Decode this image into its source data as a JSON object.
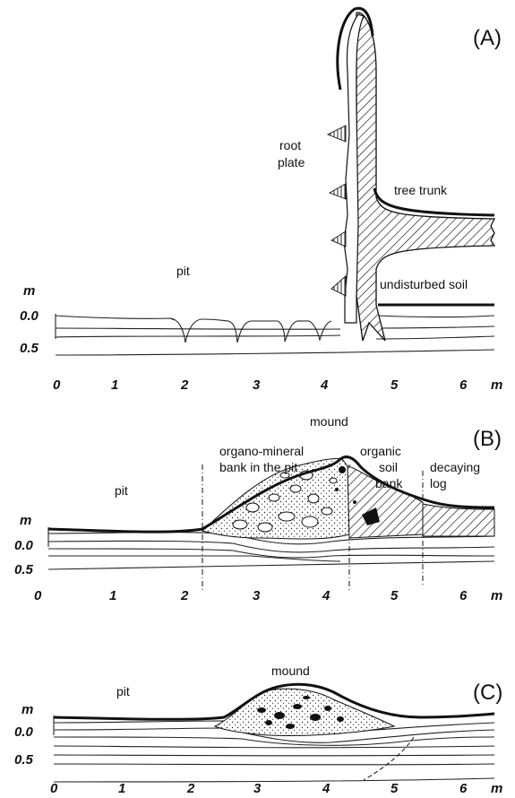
{
  "panels": [
    {
      "letter": "(A)",
      "labels": {
        "pit": "pit",
        "root_plate": "root",
        "root_plate_2": "plate",
        "tree_trunk": "tree trunk",
        "undisturbed_soil": "undisturbed soil"
      },
      "y_unit": "m",
      "y_ticks": [
        "0.0",
        "0.5"
      ],
      "x_ticks": [
        "0",
        "1",
        "2",
        "3",
        "4",
        "5",
        "6"
      ],
      "x_unit": "m"
    },
    {
      "letter": "(B)",
      "labels": {
        "pit": "pit",
        "mound": "mound",
        "organo_mineral_1": "organo-mineral",
        "organo_mineral_2": "bank in the pit",
        "organic_1": "organic",
        "organic_2": "soil",
        "organic_3": "bank",
        "decaying_1": "decaying",
        "decaying_2": "log"
      },
      "y_unit": "m",
      "y_ticks": [
        "0.0",
        "0.5"
      ],
      "x_ticks": [
        "0",
        "1",
        "2",
        "3",
        "4",
        "5",
        "6"
      ],
      "x_unit": "m"
    },
    {
      "letter": "(C)",
      "labels": {
        "pit": "pit",
        "mound": "mound"
      },
      "y_unit": "m",
      "y_ticks": [
        "0.0",
        "0.5"
      ],
      "x_ticks": [
        "0",
        "1",
        "2",
        "3",
        "4",
        "5",
        "6"
      ],
      "x_unit": "m"
    }
  ]
}
